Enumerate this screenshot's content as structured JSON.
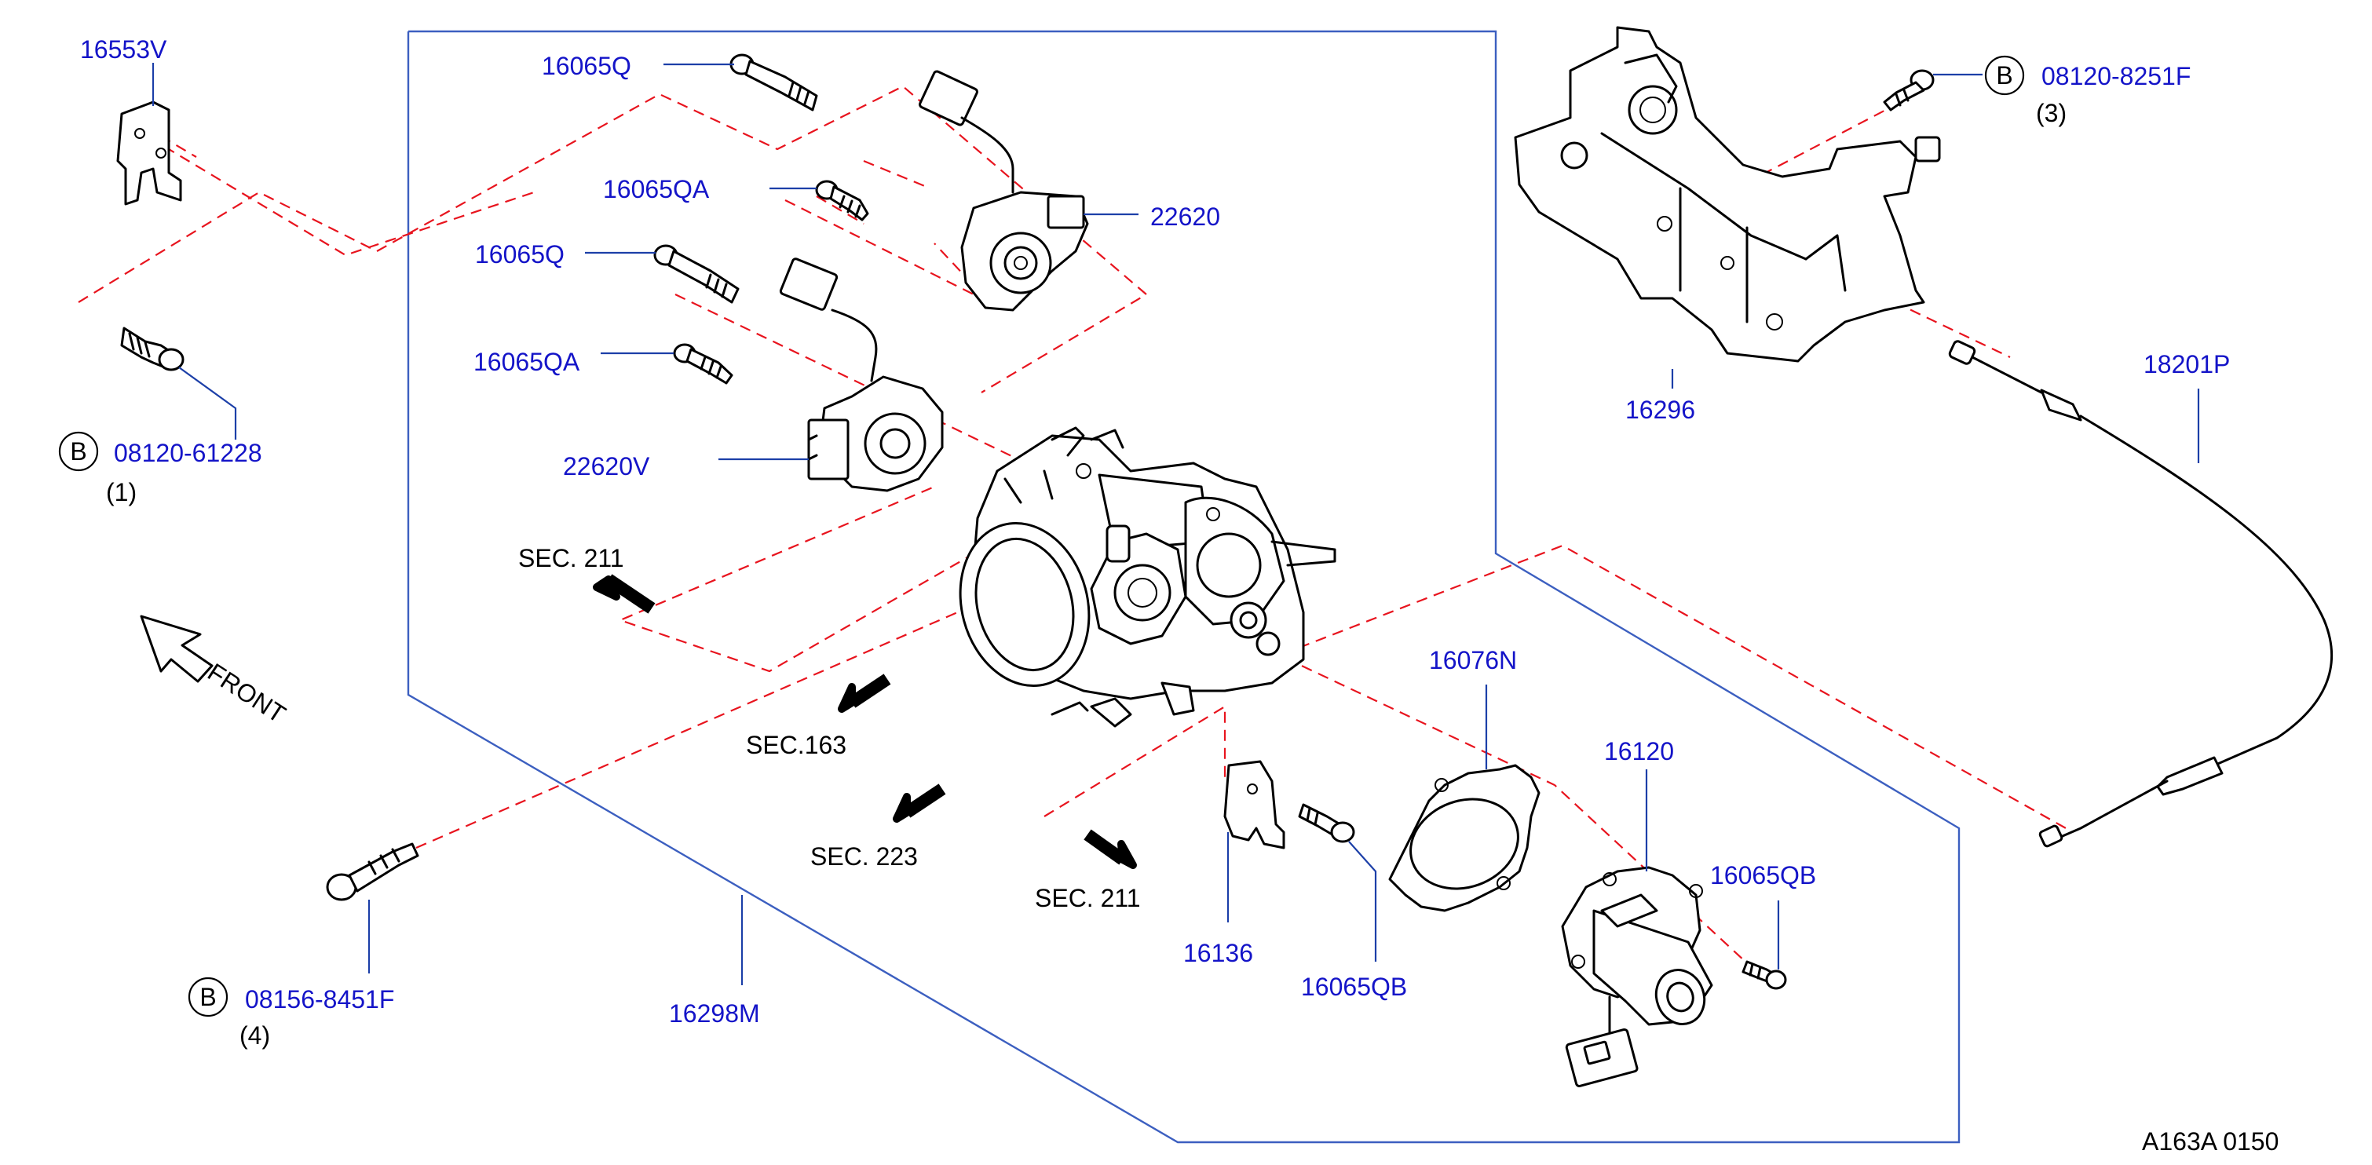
{
  "labels": {
    "p16553V": "16553V",
    "p16065Q_a": "16065Q",
    "p16065QA_a": "16065QA",
    "p16065Q_b": "16065Q",
    "p16065QA_b": "16065QA",
    "p22620": "22620",
    "p22620V": "22620V",
    "p08120_8251F": "08120-8251F",
    "p08120_61228": "08120-61228",
    "p16296": "16296",
    "p18201P": "18201P",
    "p16076N": "16076N",
    "p16120": "16120",
    "p16065QB_a": "16065QB",
    "p16065QB_b": "16065QB",
    "p16136": "16136",
    "p08156_8451F": "08156-8451F",
    "p16298M": "16298M",
    "q1": "(1)",
    "q3": "(3)",
    "q4": "(4)",
    "circleB": "B",
    "sec211_a": "SEC.  211",
    "sec163": "SEC.163",
    "sec223": "SEC.  223",
    "sec211_b": "SEC.  211",
    "front": "FRONT",
    "ref": "A163A  0150"
  },
  "colors": {
    "part_number": "#1414c8",
    "leader": "#1c3fa8",
    "dashed_guide": "#e8141e",
    "ink": "#000000"
  }
}
